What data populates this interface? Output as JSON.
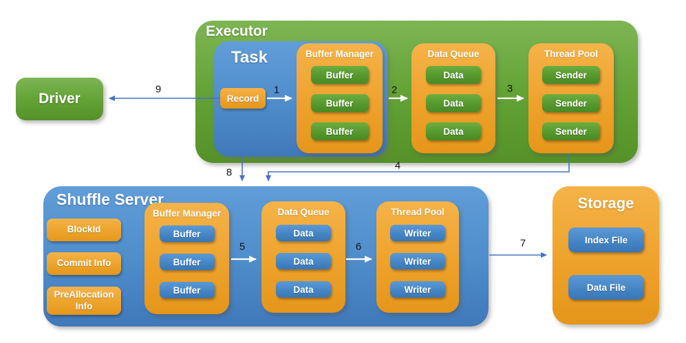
{
  "colors": {
    "green": "#64a437",
    "orange": "#eea22c",
    "blue": "#4e8cca",
    "arrow_blue": "#4472c4",
    "arrow_white": "#ffffff",
    "number_text": "#141414"
  },
  "driver": {
    "title": "Driver"
  },
  "executor": {
    "title": "Executor",
    "task": {
      "title": "Task",
      "record": "Record"
    },
    "buffer_manager": {
      "title": "Buffer Manager",
      "items": [
        "Buffer",
        "Buffer",
        "Buffer"
      ]
    },
    "data_queue": {
      "title": "Data Queue",
      "items": [
        "Data",
        "Data",
        "Data"
      ]
    },
    "thread_pool": {
      "title": "Thread Pool",
      "items": [
        "Sender",
        "Sender",
        "Sender"
      ]
    }
  },
  "shuffle_server": {
    "title": "Shuffle Server",
    "meta": [
      "BlockId",
      "Commit Info",
      "PreAllocation Info"
    ],
    "buffer_manager": {
      "title": "Buffer Manager",
      "items": [
        "Buffer",
        "Buffer",
        "Buffer"
      ]
    },
    "data_queue": {
      "title": "Data Queue",
      "items": [
        "Data",
        "Data",
        "Data"
      ]
    },
    "thread_pool": {
      "title": "Thread Pool",
      "items": [
        "Writer",
        "Writer",
        "Writer"
      ]
    }
  },
  "storage": {
    "title": "Storage",
    "items": [
      "Index File",
      "Data File"
    ]
  },
  "flow_labels": {
    "n1": "1",
    "n2": "2",
    "n3": "3",
    "n4": "4",
    "n5": "5",
    "n6": "6",
    "n7": "7",
    "n8": "8",
    "n9": "9"
  }
}
